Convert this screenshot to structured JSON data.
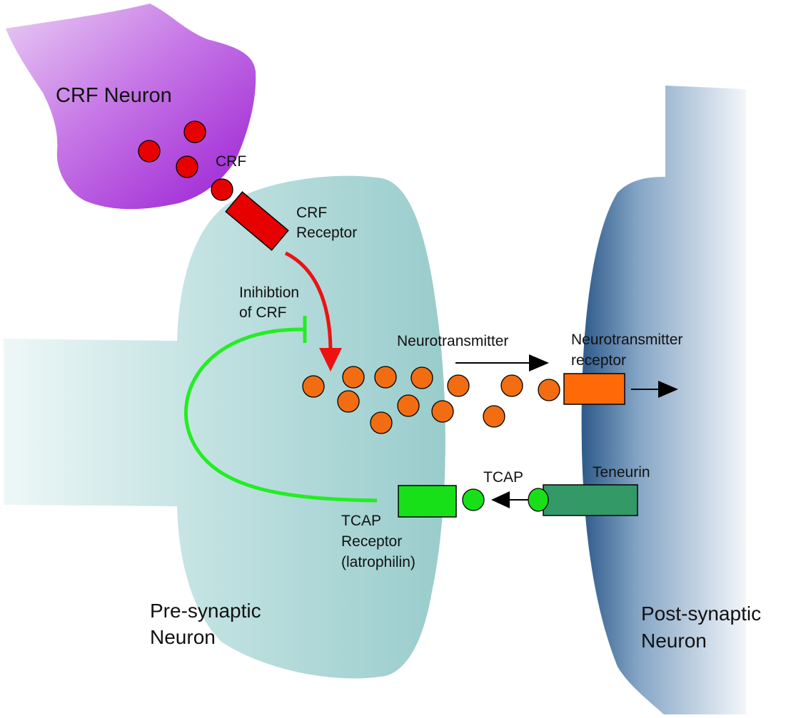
{
  "labels": {
    "crf_neuron": "CRF Neuron",
    "crf": "CRF",
    "crf_receptor_line1": "CRF",
    "crf_receptor_line2": "Receptor",
    "inhibition_line1": "Inihibtion",
    "inhibition_line2": "of CRF",
    "neurotransmitter": "Neurotransmitter",
    "nt_receptor_line1": "Neurotransmitter",
    "nt_receptor_line2": "receptor",
    "tcap": "TCAP",
    "teneurin": "Teneurin",
    "tcap_receptor_line1": "TCAP",
    "tcap_receptor_line2": "Receptor",
    "tcap_receptor_line3": "(latrophilin)",
    "presynaptic_line1": "Pre-synaptic",
    "presynaptic_line2": "Neuron",
    "postsynaptic_line1": "Post-synaptic",
    "postsynaptic_line2": "Neuron"
  },
  "colors": {
    "crf_neuron": "#b14fd6",
    "crf_molecule": "#e60000",
    "crf_receptor": "#e60000",
    "crf_pathway_arrow": "#ee1111",
    "presynaptic": "#a9d3d3",
    "postsynaptic": "#3f6e9c",
    "neurotransmitter": "#f26d12",
    "nt_receptor": "#ff6a08",
    "inhibition_line": "#22ee22",
    "tcap_receptor": "#18e018",
    "tcap": "#18e018",
    "teneurin": "#339966"
  }
}
